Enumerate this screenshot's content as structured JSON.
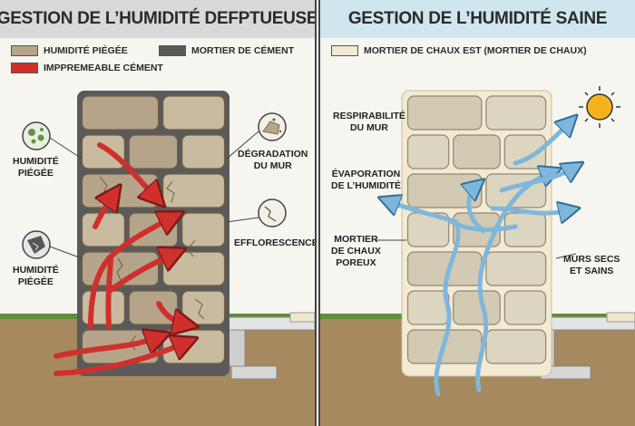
{
  "colors": {
    "trapped_moisture": "#b6a48a",
    "cement_mortar": "#5a5a5a",
    "cement_impermeable": "#d0302c",
    "lime_mortar": "#f2ead2",
    "water_arrow": "#7fb7dc",
    "sky_panel": "#cfe6ee",
    "grass": "#5f8f3a",
    "soil": "#a6895f"
  },
  "left": {
    "title": "GESTION DE L’HUMIDITÉ DEFPTUEUSE",
    "legend": [
      {
        "label": "HUMIDITÉ PIÉGÉE",
        "swatch": "#b6a48a"
      },
      {
        "label": "MORTIER DE CÉMENT",
        "swatch": "#5a5a5a"
      },
      {
        "label": "IMPPREMEABLE CÉMENT",
        "swatch": "#d0302c"
      }
    ],
    "labels": {
      "trapped_1": "HUMIDITÉ\nPIÉGÉE",
      "trapped_2": "HUMIDITÉ\nPIÉGÉE",
      "degradation": "DÉGRADATION\nDU MUR",
      "efflorescence": "EFFLORESCENCES"
    },
    "icons": [
      "mold-spores-icon",
      "cracked-stone-icon",
      "crumbling-stone-icon",
      "crack-icon"
    ]
  },
  "right": {
    "title": "GESTION DE L’HUMIDITÉ SAINE",
    "legend": [
      {
        "label": "MORTIER DE CHAUX EST (MORTIER DE CHAUX)",
        "swatch": "#f2ead2"
      }
    ],
    "labels": {
      "breathability": "RESPIRABILITÉ\nDU MUR",
      "evaporation": "ÉVAPORATION\nDE L’HUMIDITÉ",
      "porous_mortar": "MORTIER\nDE CHAUX\nPOREUX",
      "dry_walls": "MURS SECS\nET SAINS"
    },
    "icons": [
      "sun-icon"
    ]
  }
}
